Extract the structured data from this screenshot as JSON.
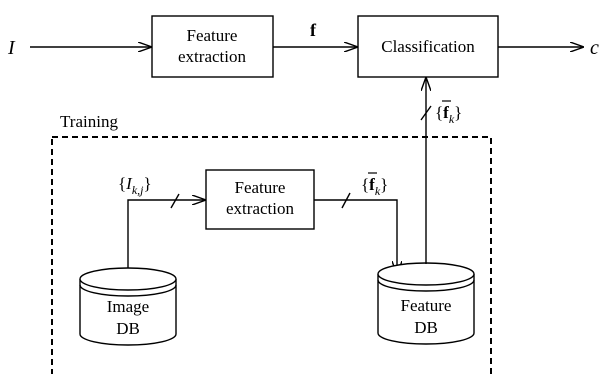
{
  "diagram": {
    "input_label": "I",
    "output_label": "c",
    "top_feature_box": [
      "Feature",
      "extraction"
    ],
    "classification_box": "Classification",
    "feature_vector_label": "f",
    "training_label": "Training",
    "training_images_label": {
      "open": "{",
      "symbol": "I",
      "sub": "k,j",
      "close": "}"
    },
    "training_feature_box": [
      "Feature",
      "extraction"
    ],
    "mean_features_label": {
      "open": "{",
      "symbol": "f",
      "sub": "k",
      "close": "}"
    },
    "mean_features_label_upper": {
      "open": "{",
      "symbol": "f",
      "sub": "k",
      "close": "}"
    },
    "image_db": [
      "Image",
      "DB"
    ],
    "feature_db": [
      "Feature",
      "DB"
    ]
  }
}
